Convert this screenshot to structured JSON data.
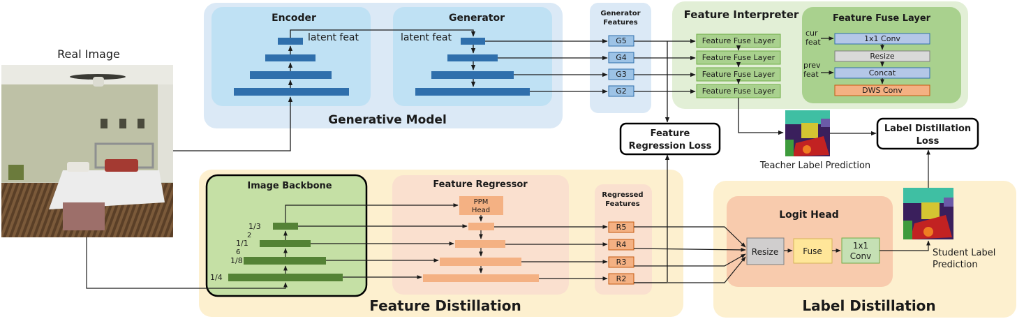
{
  "input": {
    "title": "Real Image"
  },
  "generative_model": {
    "title": "Generative Model",
    "encoder": {
      "title": "Encoder",
      "latent_label": "latent feat"
    },
    "generator": {
      "title": "Generator",
      "latent_label": "latent feat"
    }
  },
  "generator_features": {
    "title_line1": "Generator",
    "title_line2": "Features",
    "items": [
      "G5",
      "G4",
      "G3",
      "G2"
    ]
  },
  "feature_interpreter": {
    "title": "Feature Interpreter",
    "fuse_label": "Feature Fuse Layer"
  },
  "feature_fuse_layer": {
    "title": "Feature Fuse Layer",
    "cur_feat": [
      "cur",
      "feat"
    ],
    "prev_feat": [
      "prev",
      "feat"
    ],
    "steps": [
      "1x1 Conv",
      "Resize",
      "Concat",
      "DWS Conv"
    ]
  },
  "losses": {
    "feature_regression": [
      "Feature",
      "Regression Loss"
    ],
    "label_distillation": [
      "Label Distillation",
      "Loss"
    ]
  },
  "teacher": {
    "caption": "Teacher Label Prediction"
  },
  "student": {
    "caption_line1": "Student Label",
    "caption_line2": "Prediction"
  },
  "feature_distillation": {
    "title": "Feature Distillation",
    "image_backbone": {
      "title": "Image Backbone",
      "scales": [
        "1/3",
        "2",
        "1/1",
        "6",
        "1/8",
        "1/4"
      ]
    },
    "feature_regressor": {
      "title": "Feature Regressor",
      "ppm": [
        "PPM",
        "Head"
      ]
    },
    "regressed_features": {
      "title_line1": "Regressed",
      "title_line2": "Features",
      "items": [
        "R5",
        "R4",
        "R3",
        "R2"
      ]
    }
  },
  "label_distillation": {
    "title": "Label Distillation",
    "logit_head": {
      "title": "Logit Head",
      "resize": "Resize",
      "fuse": "Fuse",
      "conv": [
        "1x1",
        "Conv"
      ]
    }
  },
  "colors": {
    "blue_panel": "#dbe9f6",
    "blue_inner": "#bfe1f4",
    "blue_bar": "#2f6fac",
    "green_panel": "#e2efd6",
    "green_inner": "#a9d18e",
    "green_block": "#a9d18e",
    "backbone_bar": "#548235",
    "orange_panel": "#fdf0cf",
    "orange_inner": "#f8cbad",
    "orange_bar": "#f4b183",
    "logit_panel": "#f8cbad"
  }
}
